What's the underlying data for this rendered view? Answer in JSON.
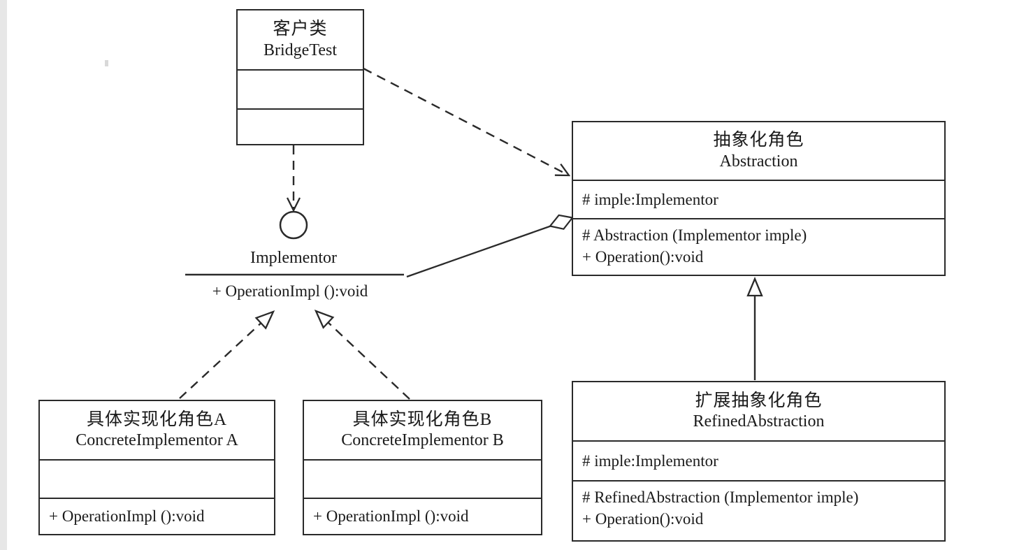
{
  "diagram": {
    "kind": "uml-class-diagram",
    "pattern": "Bridge",
    "classes": {
      "client": {
        "title_cn": "客户类",
        "title_en": "BridgeTest",
        "attributes": [],
        "methods": []
      },
      "abstraction": {
        "title_cn": "抽象化角色",
        "title_en": "Abstraction",
        "attributes": [
          "# imple:Implementor"
        ],
        "methods": [
          "# Abstraction (Implementor imple)",
          "+ Operation():void"
        ]
      },
      "refined": {
        "title_cn": "扩展抽象化角色",
        "title_en": "RefinedAbstraction",
        "attributes": [
          "# imple:Implementor"
        ],
        "methods": [
          "# RefinedAbstraction (Implementor imple)",
          "+ Operation():void"
        ]
      },
      "impl_a": {
        "title_cn": "具体实现化角色A",
        "title_en": "ConcreteImplementor A",
        "attributes": [],
        "methods": [
          "+ OperationImpl ():void"
        ]
      },
      "impl_b": {
        "title_cn": "具体实现化角色B",
        "title_en": "ConcreteImplementor B",
        "attributes": [],
        "methods": [
          "+ OperationImpl ():void"
        ]
      }
    },
    "interface": {
      "name": "Implementor",
      "method": "+ OperationImpl ():void"
    },
    "relationships": [
      {
        "from": "BridgeTest",
        "to": "Abstraction",
        "type": "dependency-dashed-open-arrow"
      },
      {
        "from": "BridgeTest",
        "to": "Implementor",
        "type": "dependency-dashed-open-arrow-to-lollipop"
      },
      {
        "from": "Abstraction",
        "to": "Implementor",
        "type": "aggregation-hollow-diamond"
      },
      {
        "from": "RefinedAbstraction",
        "to": "Abstraction",
        "type": "generalization-hollow-triangle"
      },
      {
        "from": "ConcreteImplementor A",
        "to": "Implementor",
        "type": "realization-dashed-hollow-triangle"
      },
      {
        "from": "ConcreteImplementor B",
        "to": "Implementor",
        "type": "realization-dashed-hollow-triangle"
      }
    ],
    "colors": {
      "line": "#2a2a2a",
      "text": "#1a1a1a",
      "background": "#ffffff"
    }
  }
}
